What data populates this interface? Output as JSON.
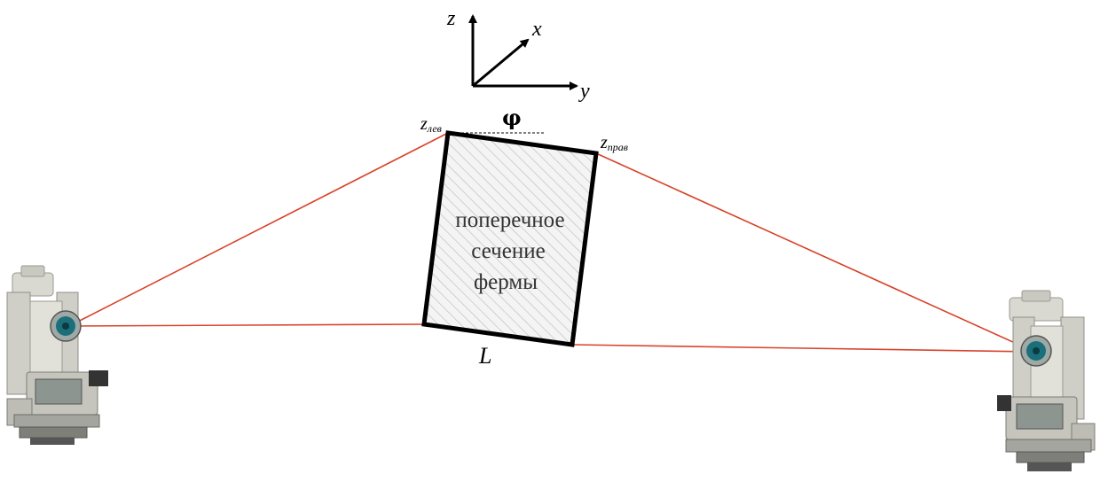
{
  "axes": {
    "z_label": "z",
    "x_label": "x",
    "y_label": "y"
  },
  "labels": {
    "phi": "φ",
    "z_left_main": "z",
    "z_left_sub": "лев",
    "z_right_main": "z",
    "z_right_sub": "прав",
    "length": "L"
  },
  "section": {
    "line1": "поперечное",
    "line2": "сечение",
    "line3": "фермы"
  },
  "colors": {
    "sight_line": "#d8432a",
    "section_outline": "#000000",
    "hatch": "#bdbdbd",
    "instrument_body": "#d9d9d2",
    "lens": "#1b6f7a"
  },
  "instruments": {
    "left_icon": "total-station-icon",
    "right_icon": "total-station-icon"
  }
}
